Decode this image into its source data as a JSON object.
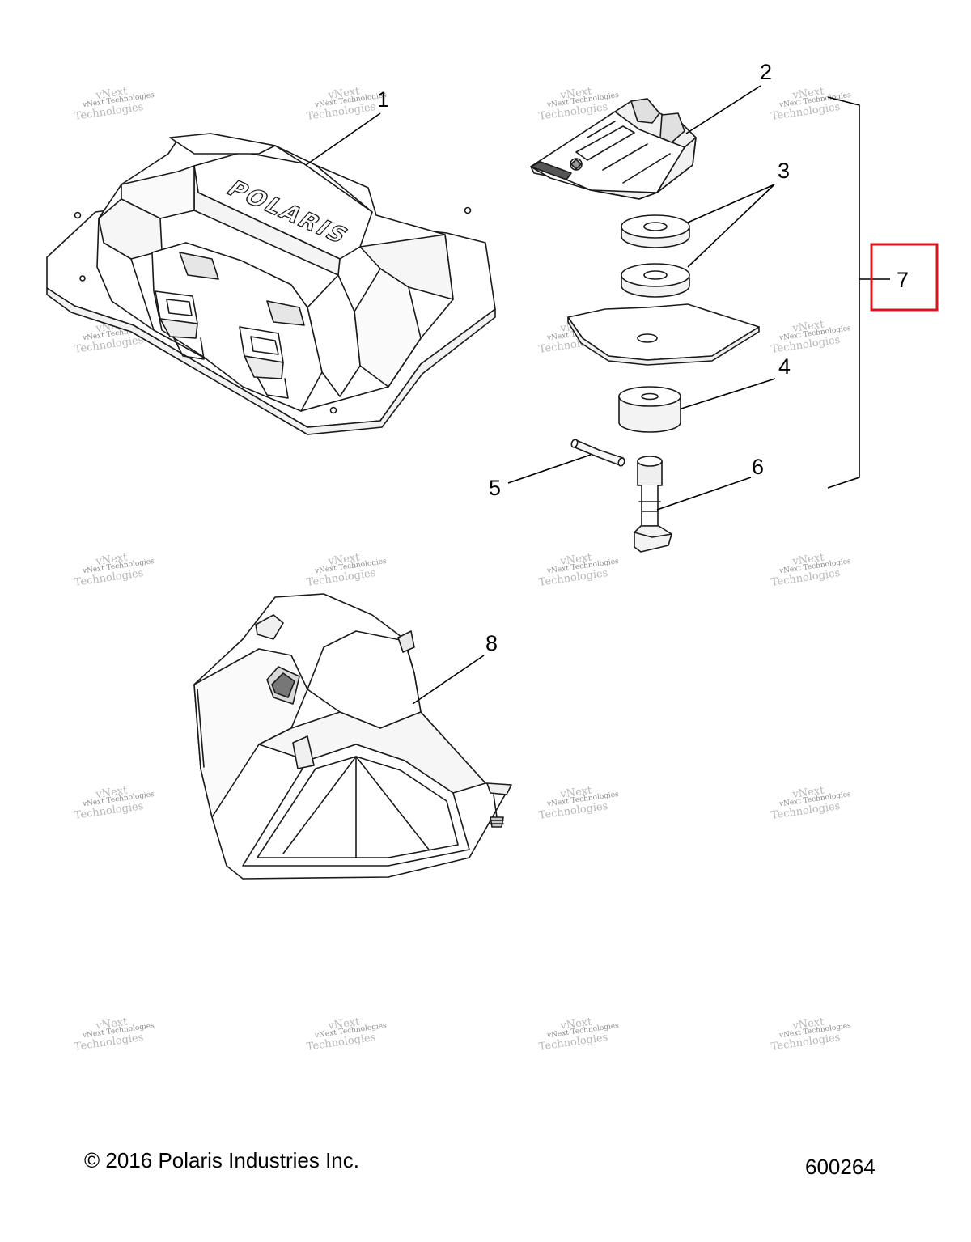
{
  "callouts": [
    {
      "id": "1",
      "text": "1"
    },
    {
      "id": "2",
      "text": "2"
    },
    {
      "id": "3",
      "text": "3"
    },
    {
      "id": "4",
      "text": "4"
    },
    {
      "id": "5",
      "text": "5"
    },
    {
      "id": "6",
      "text": "6"
    },
    {
      "id": "7",
      "text": "7"
    },
    {
      "id": "8",
      "text": "8"
    }
  ],
  "highlight": {
    "callout": "7",
    "color": "#d9141e"
  },
  "logo_text": "POLARIS",
  "watermark": {
    "line1": "vNext Technologies",
    "line2": "Technologies",
    "line3": "vNext"
  },
  "footer": {
    "copyright": "© 2016 Polaris Industries Inc.",
    "diagram_number": "600264"
  }
}
